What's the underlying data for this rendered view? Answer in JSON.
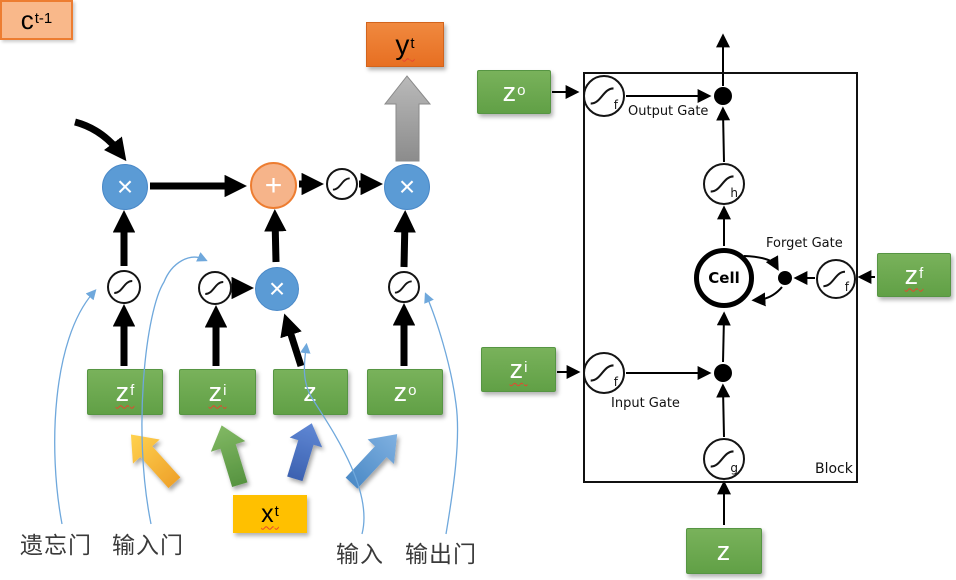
{
  "left_diagram": {
    "prev_cell": {
      "base": "c",
      "sup": "t-1"
    },
    "output": {
      "base": "y",
      "sup": "t"
    },
    "input_box": {
      "base": "x",
      "sup": "t"
    },
    "z_forget": {
      "base": "z",
      "sup": "f"
    },
    "z_input": {
      "base": "z",
      "sup": "i"
    },
    "z_candidate": {
      "base": "z",
      "sup": ""
    },
    "z_output": {
      "base": "z",
      "sup": "o"
    },
    "multiply": "×",
    "add": "+",
    "captions": {
      "forget_gate": "遗忘门",
      "input_gate": "输入门",
      "input": "输入",
      "output_gate": "输出门"
    }
  },
  "right_diagram": {
    "z_output": {
      "base": "z",
      "sup": "o"
    },
    "z_forget": {
      "base": "z",
      "sup": "f"
    },
    "z_input": {
      "base": "z",
      "sup": "i"
    },
    "z_candidate": {
      "base": "z",
      "sup": ""
    },
    "cell_label": "Cell",
    "block_label": "Block",
    "gate_labels": {
      "output": "Output Gate",
      "forget": "Forget Gate",
      "input": "Input Gate"
    },
    "activation_letters": {
      "f": "f",
      "h": "h",
      "g": "g"
    }
  },
  "colors": {
    "green": "#6aa84f",
    "blue_node": "#5b9bd5",
    "orange": "#ed7d31",
    "peach": "#f9b88a",
    "gold": "#ffc000",
    "gray_arrow": "#a0a0a0",
    "dark_blue_arrow": "#4472c4",
    "thin_blue": "#6fa8dc"
  }
}
